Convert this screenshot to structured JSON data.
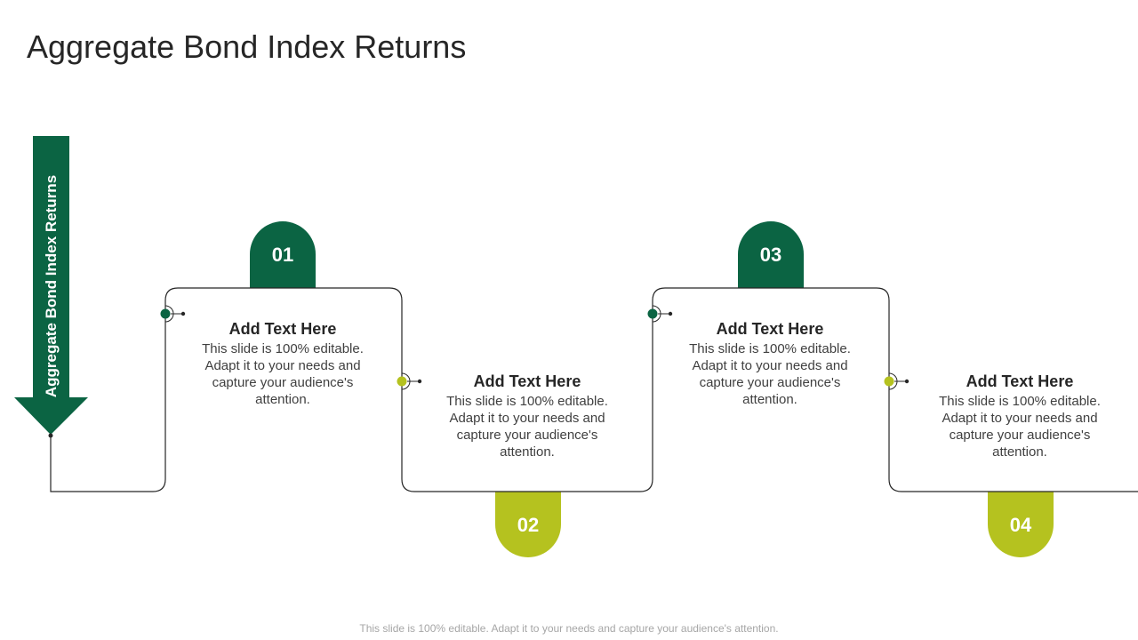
{
  "page": {
    "title": "Aggregate Bond Index Returns",
    "footer": "This slide is 100% editable. Adapt it to your needs and capture your audience's attention."
  },
  "arrow": {
    "label": "Aggregate Bond Index Returns",
    "color": "#0b6443",
    "icon": "down-arrow-icon"
  },
  "colors": {
    "dark_green": "#0b6443",
    "lime": "#b5c21f",
    "line": "#262626"
  },
  "steps": [
    {
      "number": "01",
      "heading": "Add Text Here",
      "body": "This slide is 100% editable. Adapt it to your needs and capture your audience's attention.",
      "color": "#0b6443",
      "tab_position": "top"
    },
    {
      "number": "02",
      "heading": "Add Text Here",
      "body": "This slide is 100% editable. Adapt it to your needs and capture your audience's attention.",
      "color": "#b5c21f",
      "tab_position": "bottom"
    },
    {
      "number": "03",
      "heading": "Add Text Here",
      "body": "This slide is 100% editable. Adapt it to your needs and capture your audience's attention.",
      "color": "#0b6443",
      "tab_position": "top"
    },
    {
      "number": "04",
      "heading": "Add Text Here",
      "body": "This slide is 100% editable. Adapt it to your needs and capture your audience's attention.",
      "color": "#b5c21f",
      "tab_position": "bottom"
    }
  ]
}
